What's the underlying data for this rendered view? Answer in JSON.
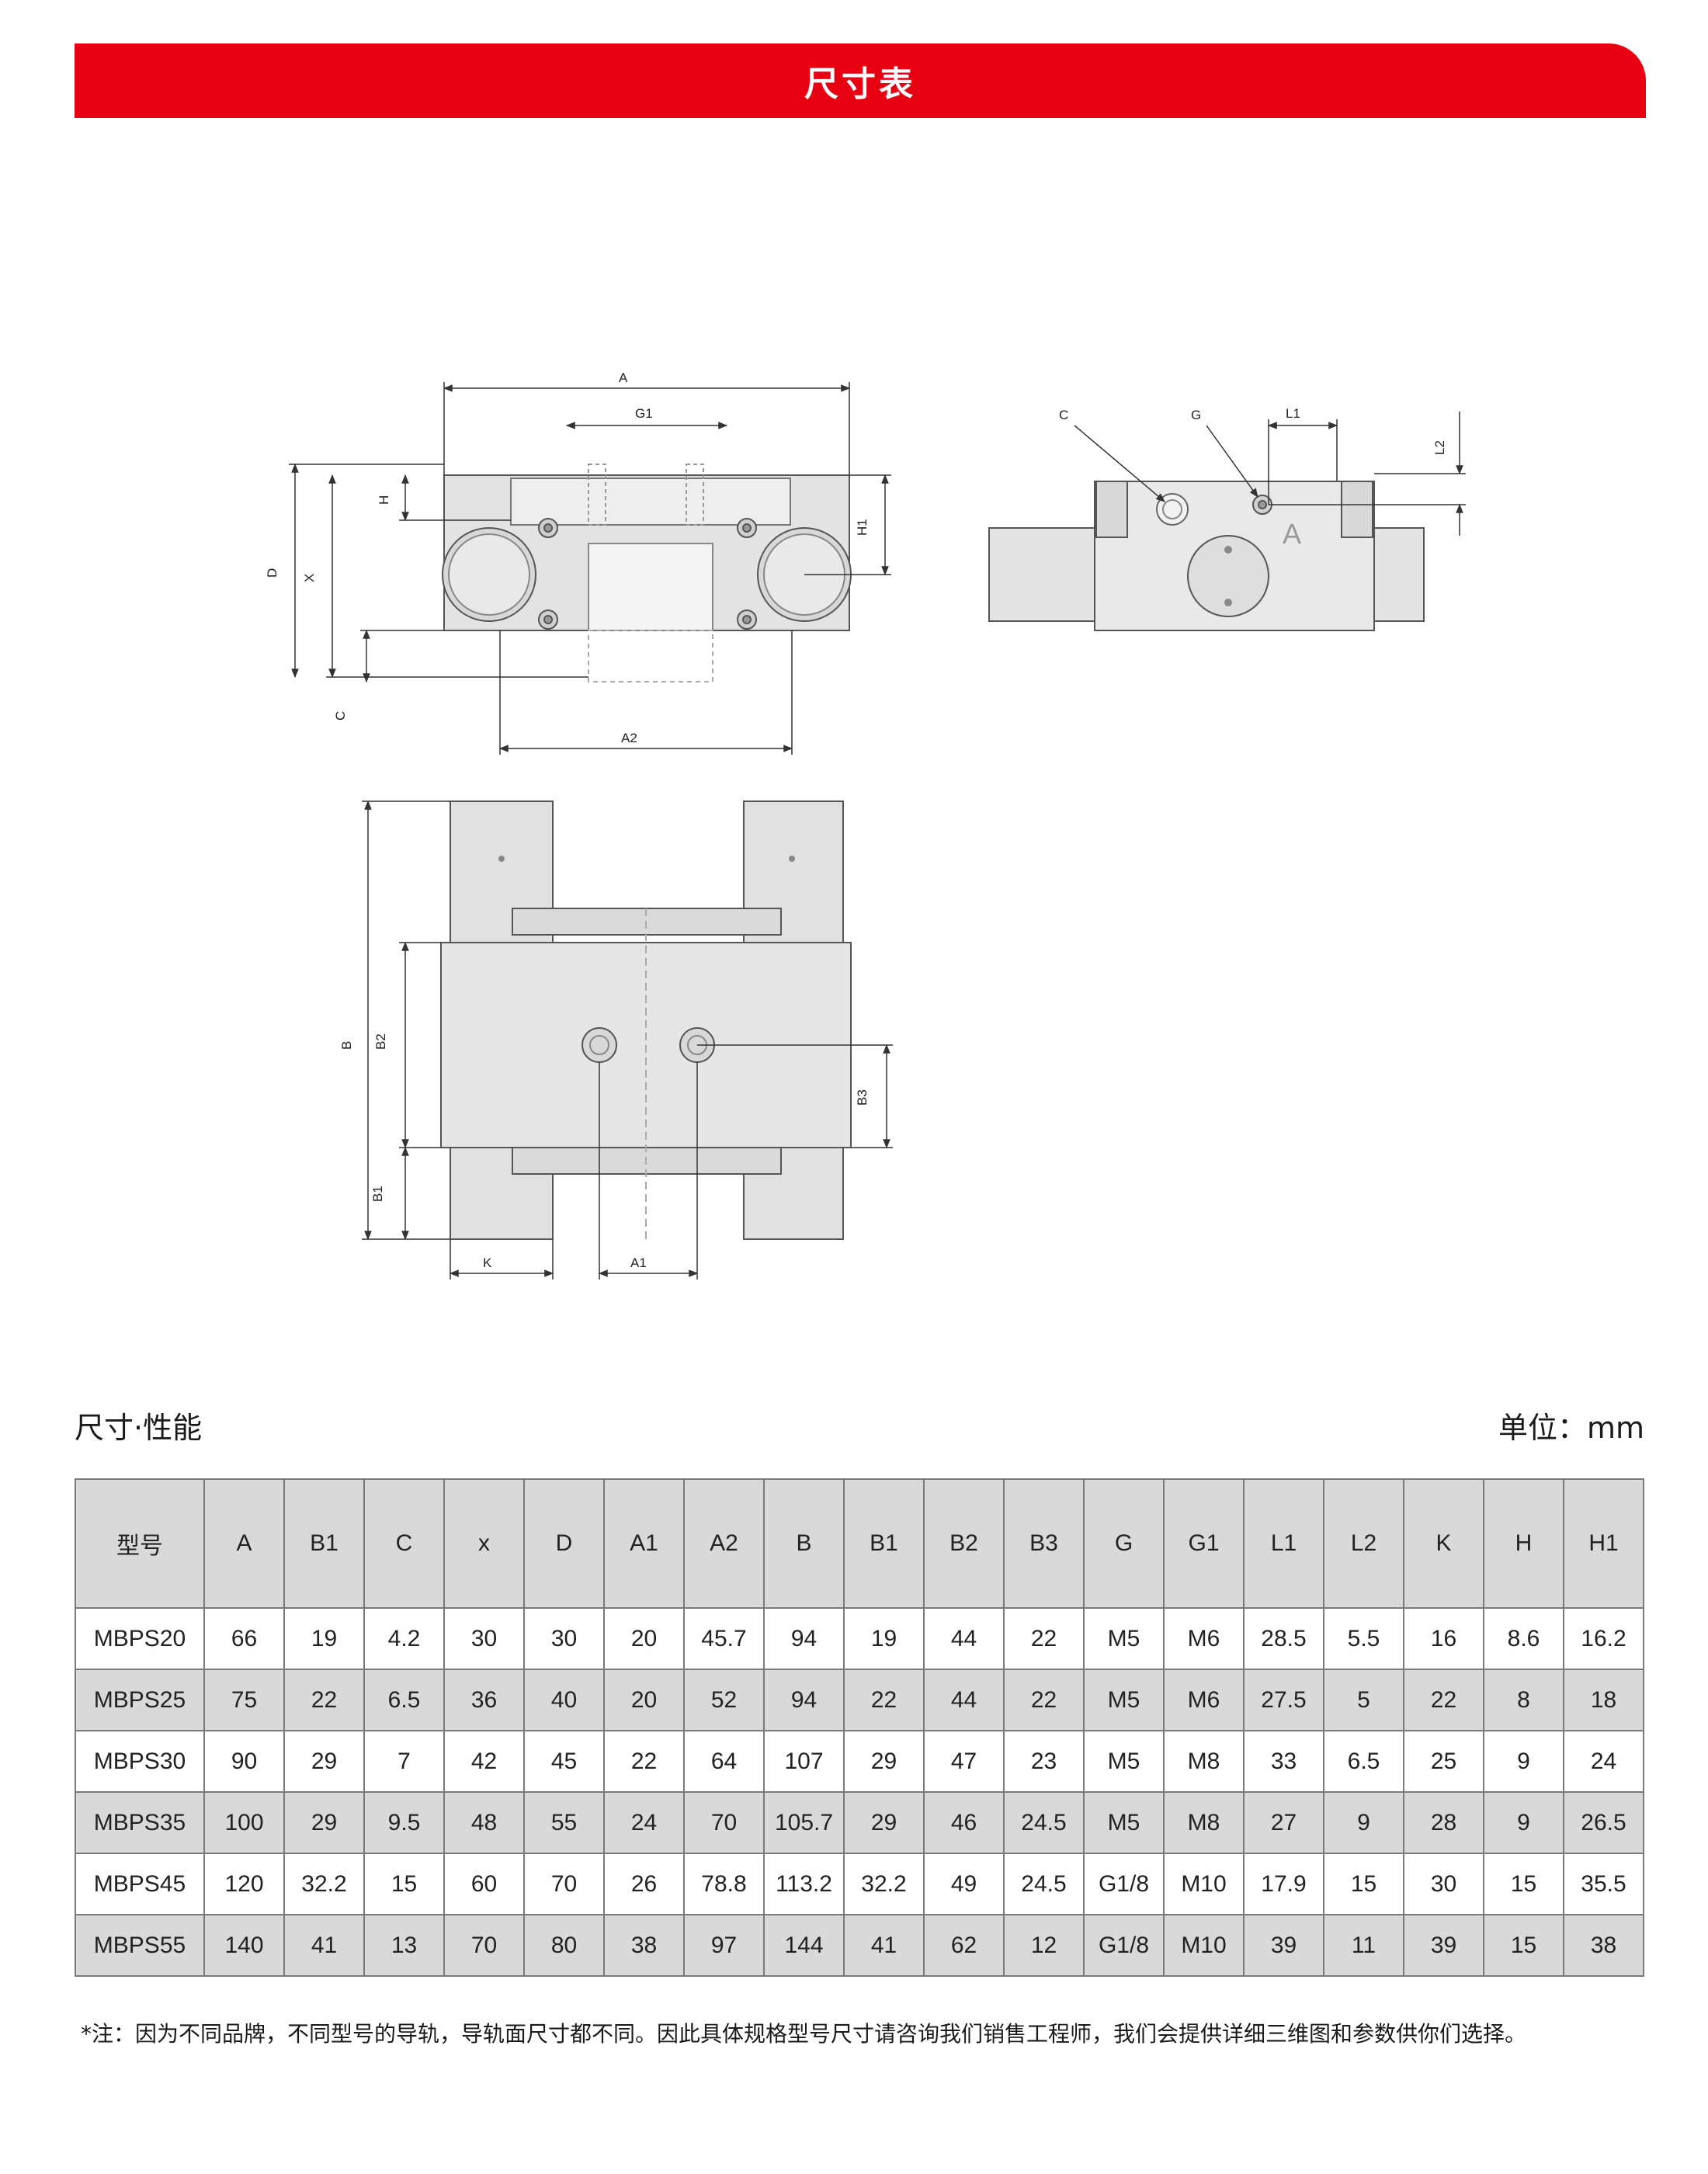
{
  "header": {
    "title": "尺寸表"
  },
  "drawing_labels": {
    "front_top": [
      "A",
      "G1"
    ],
    "front_left": [
      "D",
      "X",
      "H",
      "C"
    ],
    "front_right": [
      "H1"
    ],
    "front_bottom": [
      "A2"
    ],
    "side": [
      "C",
      "G",
      "L1",
      "L2",
      "A"
    ],
    "plan_left": [
      "B",
      "B2",
      "B1"
    ],
    "plan_right": [
      "B3"
    ],
    "plan_bottom": [
      "K",
      "A1"
    ]
  },
  "section": {
    "title": "尺寸·性能",
    "unit": "单位：mm"
  },
  "table": {
    "headers": [
      "型号",
      "A",
      "B1",
      "C",
      "x",
      "D",
      "A1",
      "A2",
      "B",
      "B1",
      "B2",
      "B3",
      "G",
      "G1",
      "L1",
      "L2",
      "K",
      "H",
      "H1"
    ],
    "rows": [
      [
        "MBPS20",
        "66",
        "19",
        "4.2",
        "30",
        "30",
        "20",
        "45.7",
        "94",
        "19",
        "44",
        "22",
        "M5",
        "M6",
        "28.5",
        "5.5",
        "16",
        "8.6",
        "16.2"
      ],
      [
        "MBPS25",
        "75",
        "22",
        "6.5",
        "36",
        "40",
        "20",
        "52",
        "94",
        "22",
        "44",
        "22",
        "M5",
        "M6",
        "27.5",
        "5",
        "22",
        "8",
        "18"
      ],
      [
        "MBPS30",
        "90",
        "29",
        "7",
        "42",
        "45",
        "22",
        "64",
        "107",
        "29",
        "47",
        "23",
        "M5",
        "M8",
        "33",
        "6.5",
        "25",
        "9",
        "24"
      ],
      [
        "MBPS35",
        "100",
        "29",
        "9.5",
        "48",
        "55",
        "24",
        "70",
        "105.7",
        "29",
        "46",
        "24.5",
        "M5",
        "M8",
        "27",
        "9",
        "28",
        "9",
        "26.5"
      ],
      [
        "MBPS45",
        "120",
        "32.2",
        "15",
        "60",
        "70",
        "26",
        "78.8",
        "113.2",
        "32.2",
        "49",
        "24.5",
        "G1/8",
        "M10",
        "17.9",
        "15",
        "30",
        "15",
        "35.5"
      ],
      [
        "MBPS55",
        "140",
        "41",
        "13",
        "70",
        "80",
        "38",
        "97",
        "144",
        "41",
        "62",
        "12",
        "G1/8",
        "M10",
        "39",
        "11",
        "39",
        "15",
        "38"
      ]
    ]
  },
  "footnote": "*注：因为不同品牌，不同型号的导轨，导轨面尺寸都不同。因此具体规格型号尺寸请咨询我们销售工程师，我们会提供详细三维图和参数供你们选择。"
}
